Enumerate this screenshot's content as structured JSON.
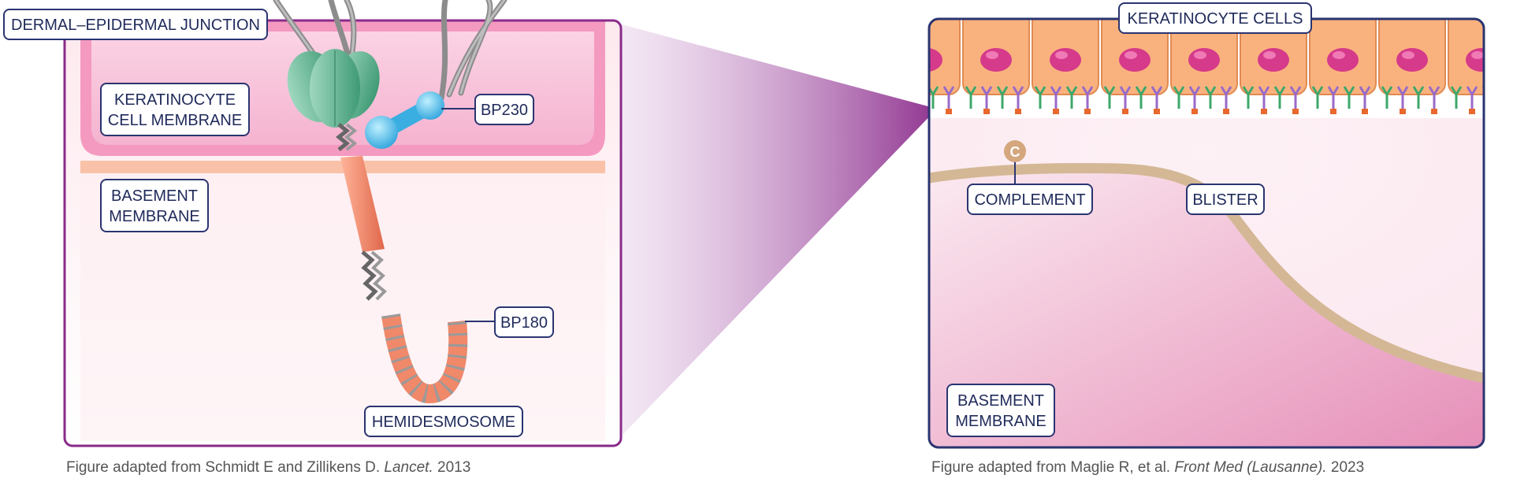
{
  "left_panel": {
    "title": "DERMAL–EPIDERMAL JUNCTION",
    "keratinocyte_membrane": [
      "KERATINOCYTE",
      "CELL MEMBRANE"
    ],
    "basement_membrane": [
      "BASEMENT",
      "MEMBRANE"
    ],
    "bp230": "BP230",
    "bp180": "BP180",
    "hemidesmosome": "HEMIDESMOSOME",
    "caption": {
      "prefix": "Figure adapted from Schmidt E and Zillikens D. ",
      "journal": "Lancet.",
      "year": " 2013"
    }
  },
  "right_panel": {
    "title": "KERATINOCYTE CELLS",
    "complement": "COMPLEMENT",
    "complement_symbol": "C",
    "blister": "BLISTER",
    "basement_membrane": [
      "BASEMENT",
      "MEMBRANE"
    ],
    "caption": {
      "prefix": "Figure adapted from Maglie R, et al. ",
      "journal": "Front Med (Lausanne).",
      "year": " 2023"
    }
  },
  "colors": {
    "frame": "#8a2a8a",
    "navy": "#2a3470",
    "pink": "#f2a6c8",
    "orange": "#f0886a",
    "cyan": "#3aaee0",
    "green": "#5aae8a",
    "nucleus": "#d63a8a",
    "tan": "#d4b896"
  }
}
